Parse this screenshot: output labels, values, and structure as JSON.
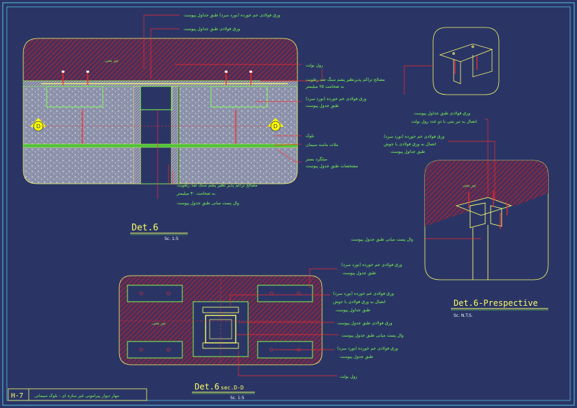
{
  "sheet": {
    "code": "H-7",
    "title": "مهار دیوار پیرامونی غیر سازه ای - بلوک سیمانی"
  },
  "detail_main": {
    "title": "Det.6",
    "scale": "Sc. 1:5",
    "marker": "D",
    "labels": {
      "beam": "تیر بتنی",
      "l1": "ورق فولادی خم خورده (نورد سرد) طبق جداول پیوست",
      "l2": "ورق فولادی طبق جداول پیوست",
      "l3": "رول بولت",
      "l4a": "مصالح تراکم پذیرنظیر پشم سنگ ضد رطوبت",
      "l4b": "به ضخامت ۲۵ میلیمتر",
      "l5a": "ورق فولادی خم خورده (نورد سرد)",
      "l5b": "طبق جدول پیوست",
      "l6": "بلوک",
      "l7": "ملات ماسه سیمان",
      "l8a": "میلگرد بستر",
      "l8b": "مشخصات طبق جدول پیوست",
      "l9a": "مصالح تراکم پذیر نظیر پشم سنگ ضد رطوبت",
      "l9b": "به ضخامت ۳۰ میلیمتر",
      "l10": "وال پست میانی طبق جدول پیوست"
    }
  },
  "detail_persp": {
    "title": "Det.6-Prespective",
    "scale": "Sc. N.T.S.",
    "labels": {
      "beam": "تیر بتنی",
      "p1a": "ورق فولادی طبق جداول پیوست",
      "p1b": "اتصال به تیر بتنی با دو عدد رول بولت",
      "p2a": "ورق فولادی خم خورده (نورد سرد)",
      "p2b": "اتصال به ورق فولادی با جوش",
      "p2c": "طبق جداول پیوست",
      "p3": "وال پست میانی طبق جدول پیوست"
    }
  },
  "detail_section": {
    "title": "Det.6",
    "subtitle": "sec.D-D",
    "scale": "Sc. 1:5",
    "labels": {
      "beam": "تیر بتنی",
      "s1a": "ورق فولادی خم خورده (نورد سرد)",
      "s1b": "طبق جدول پیوست",
      "s2a": "ورق فولادی خم خورده (نورد سرد)",
      "s2b": "اتصال به ورق فولادی با جوش",
      "s2c": "طبق جداول پیوست",
      "s3": "ورق فولادی طبق جدول پیوست",
      "s4": "وال پست میانی طبق جدول پیوست",
      "s5a": "ورق فولادی خم خورده (نورد سرد)",
      "s5b": "طبق جدول پیوست",
      "s6": "رول بولت"
    }
  },
  "colors": {
    "background": "#2a3566",
    "frame": "#56c6e6",
    "label": "#7dff4f",
    "leader": "#ff2a2a",
    "outline": "#ffff66",
    "hatch": "#c0272d"
  }
}
